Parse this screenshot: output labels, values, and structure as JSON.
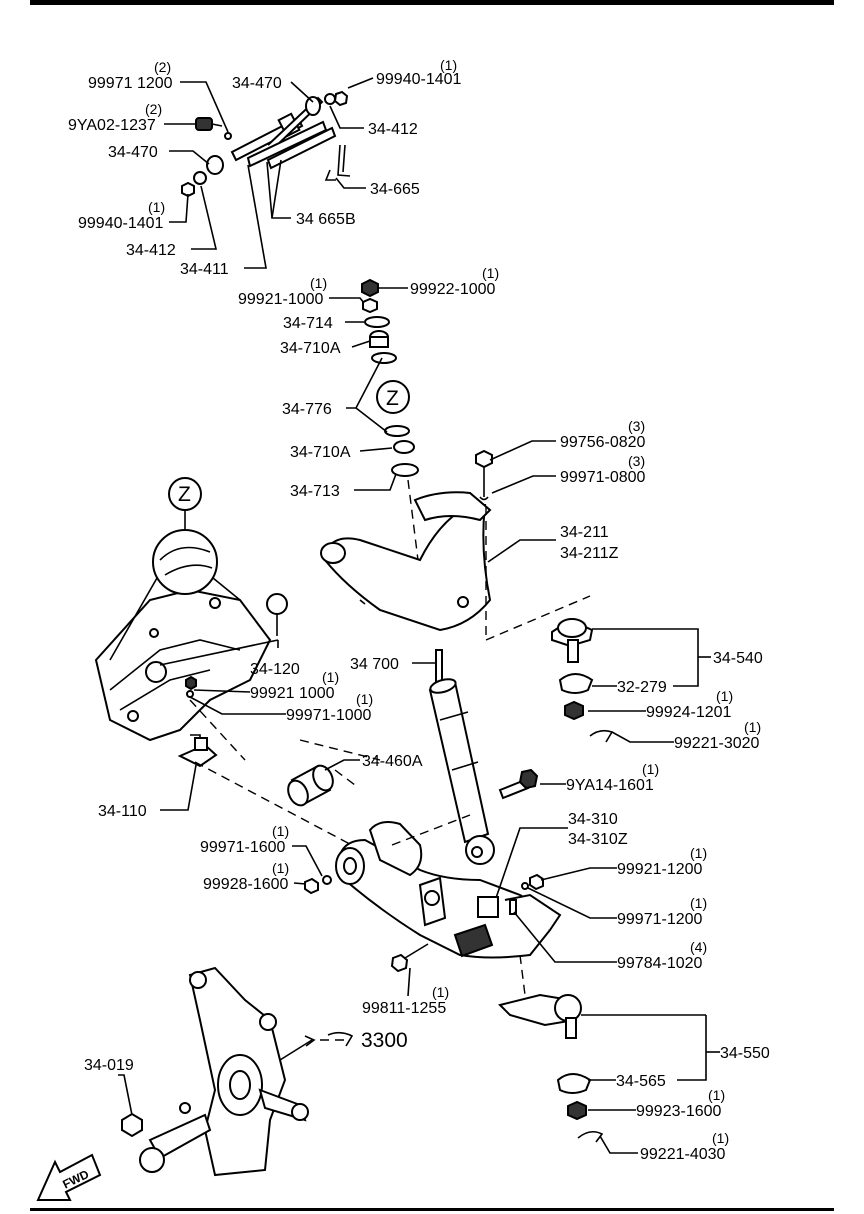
{
  "labels": {
    "p1": {
      "num": "99971 1200",
      "qty": "(2)"
    },
    "p2": {
      "num": "9YA02-1237",
      "qty": "(2)"
    },
    "p3": {
      "num": "34-470"
    },
    "p4": {
      "num": "99940-1401",
      "qty": "(1)"
    },
    "p5": {
      "num": "34-412"
    },
    "p6": {
      "num": "34-665"
    },
    "p7": {
      "num": "34-470"
    },
    "p8": {
      "num": "99940-1401",
      "qty": "(1)"
    },
    "p9": {
      "num": "34 665B"
    },
    "p10": {
      "num": "34-412"
    },
    "p11": {
      "num": "34-411"
    },
    "p12": {
      "num": "99921-1000",
      "qty": "(1)"
    },
    "p13": {
      "num": "99922-1000",
      "qty": "(1)"
    },
    "p14": {
      "num": "34-714"
    },
    "p15": {
      "num": "34-710A"
    },
    "p16": {
      "num": "34-776"
    },
    "p17": {
      "num": "34-710A"
    },
    "p18": {
      "num": "34-713"
    },
    "p19": {
      "num": "99756-0820",
      "qty": "(3)"
    },
    "p20": {
      "num": "99971-0800",
      "qty": "(3)"
    },
    "p21": {
      "num": "34-211"
    },
    "p22": {
      "num": "34-211Z"
    },
    "p23": {
      "num": "34-540"
    },
    "p24": {
      "num": "32-279"
    },
    "p25": {
      "num": "99924-1201",
      "qty": "(1)"
    },
    "p26": {
      "num": "99221-3020",
      "qty": "(1)"
    },
    "p27": {
      "num": "34-120"
    },
    "p28": {
      "num": "99921 1000",
      "qty": "(1)"
    },
    "p29": {
      "num": "99971-1000",
      "qty": "(1)"
    },
    "p30": {
      "num": "34 700"
    },
    "p31": {
      "num": "34-460A"
    },
    "p32": {
      "num": "9YA14-1601",
      "qty": "(1)"
    },
    "p33": {
      "num": "34-110"
    },
    "p34": {
      "num": "34-310"
    },
    "p35": {
      "num": "34-310Z"
    },
    "p36": {
      "num": "99971-1600",
      "qty": "(1)"
    },
    "p37": {
      "num": "99928-1600",
      "qty": "(1)"
    },
    "p38": {
      "num": "99921-1200",
      "qty": "(1)"
    },
    "p39": {
      "num": "99971-1200",
      "qty": "(1)"
    },
    "p40": {
      "num": "99784-1020",
      "qty": "(4)"
    },
    "p41": {
      "num": "99811-1255",
      "qty": "(1)"
    },
    "p42": {
      "num": "3300"
    },
    "p43": {
      "num": "34-019"
    },
    "p44": {
      "num": "34-550"
    },
    "p45": {
      "num": "34-565"
    },
    "p46": {
      "num": "99923-1600",
      "qty": "(1)"
    },
    "p47": {
      "num": "99221-4030",
      "qty": "(1)"
    }
  },
  "detail_marker": "Z",
  "direction_arrow": "FWD"
}
